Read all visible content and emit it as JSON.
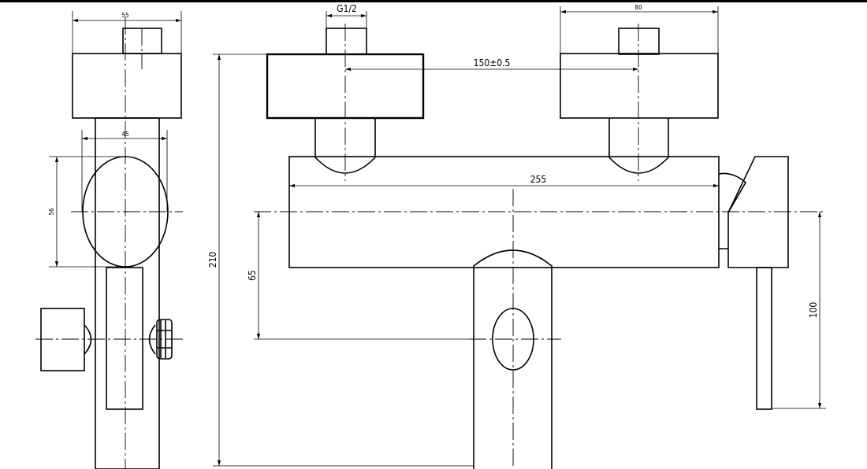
{
  "drawing": {
    "border_color": "#000000",
    "background": "#ffffff",
    "dimensions": {
      "side_top_width": "55",
      "side_body_width": "45",
      "side_disc_height": "56",
      "thread": "G1/2",
      "centres": "150±0.5",
      "top_width": "80",
      "body_length": "255",
      "overall_height": "210",
      "outlet_height": "65",
      "lever_height": "100"
    }
  }
}
